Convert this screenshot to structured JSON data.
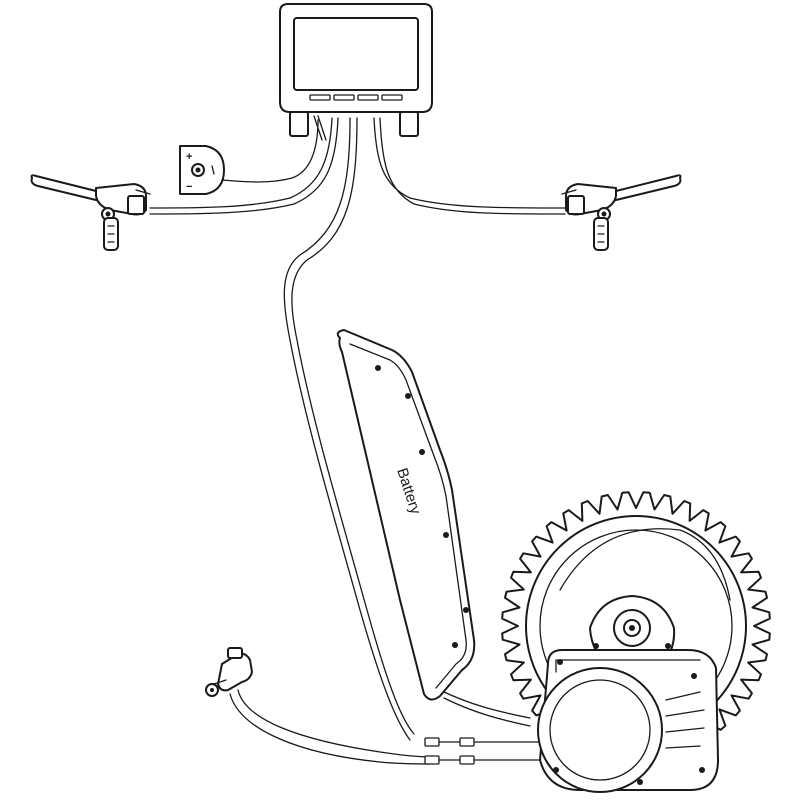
{
  "diagram": {
    "battery_label": "Battery",
    "button_plus": "+",
    "button_minus": "−",
    "components": [
      "display",
      "control-button",
      "brake-lever-left",
      "brake-lever-right",
      "battery",
      "motor",
      "chainring",
      "speed-sensor"
    ]
  }
}
